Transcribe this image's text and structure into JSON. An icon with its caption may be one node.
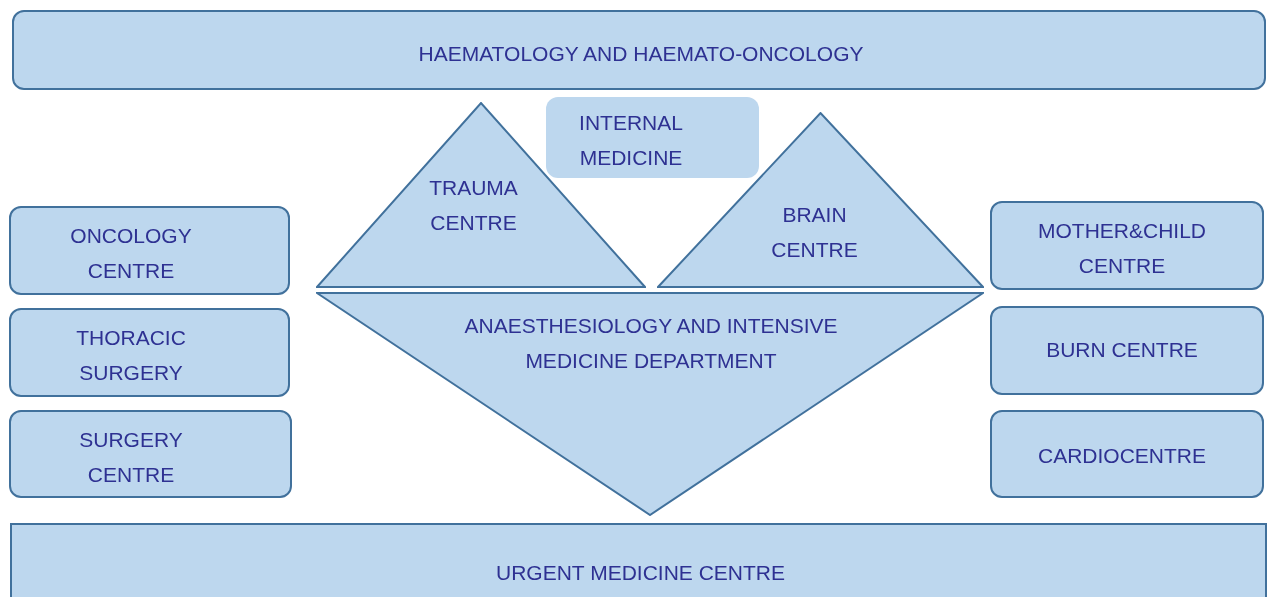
{
  "diagram": {
    "nodes": [
      {
        "text": [
          "HAEMATOLOGY AND HAEMATO-ONCOLOGY"
        ]
      },
      {
        "text": [
          "INTERNAL MEDICINE"
        ]
      },
      {
        "text": [
          "TRAUMA CENTRE"
        ]
      },
      {
        "text": [
          "BRAIN CENTRE"
        ]
      },
      {
        "text": [
          "ONCOLOGY CENTRE"
        ]
      },
      {
        "text": [
          "THORACIC SURGERY"
        ]
      },
      {
        "text": [
          "SURGERY CENTRE"
        ]
      },
      {
        "text": [
          "MOTHER&CHILD CENTRE"
        ]
      },
      {
        "text": [
          "BURN CENTRE"
        ]
      },
      {
        "text": [
          "CARDIOCENTRE"
        ]
      },
      {
        "text": [
          "ANAESTHESIOLOGY AND INTENSIVE MEDICINE DEPARTMENT"
        ]
      },
      {
        "text": [
          "URGENT MEDICINE CENTRE"
        ]
      }
    ]
  }
}
